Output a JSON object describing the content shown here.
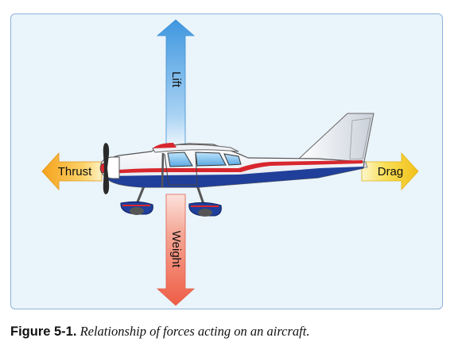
{
  "diagram": {
    "forces": {
      "lift": "Lift",
      "weight": "Weight",
      "thrust": "Thrust",
      "drag": "Drag"
    }
  },
  "caption": {
    "figure_label": "Figure 5-1.",
    "text": "Relationship of forces acting on an aircraft."
  },
  "colors": {
    "lift_arrow": "#5aa8e6",
    "weight_arrow": "#f07a62",
    "thrust_arrow": "#f7a928",
    "drag_arrow": "#f5d23c",
    "fuselage_stripe_red": "#d8262e",
    "fuselage_blue": "#1f3f9a",
    "panel_border": "#8fb3d9",
    "panel_background": "#eaf4fb"
  }
}
